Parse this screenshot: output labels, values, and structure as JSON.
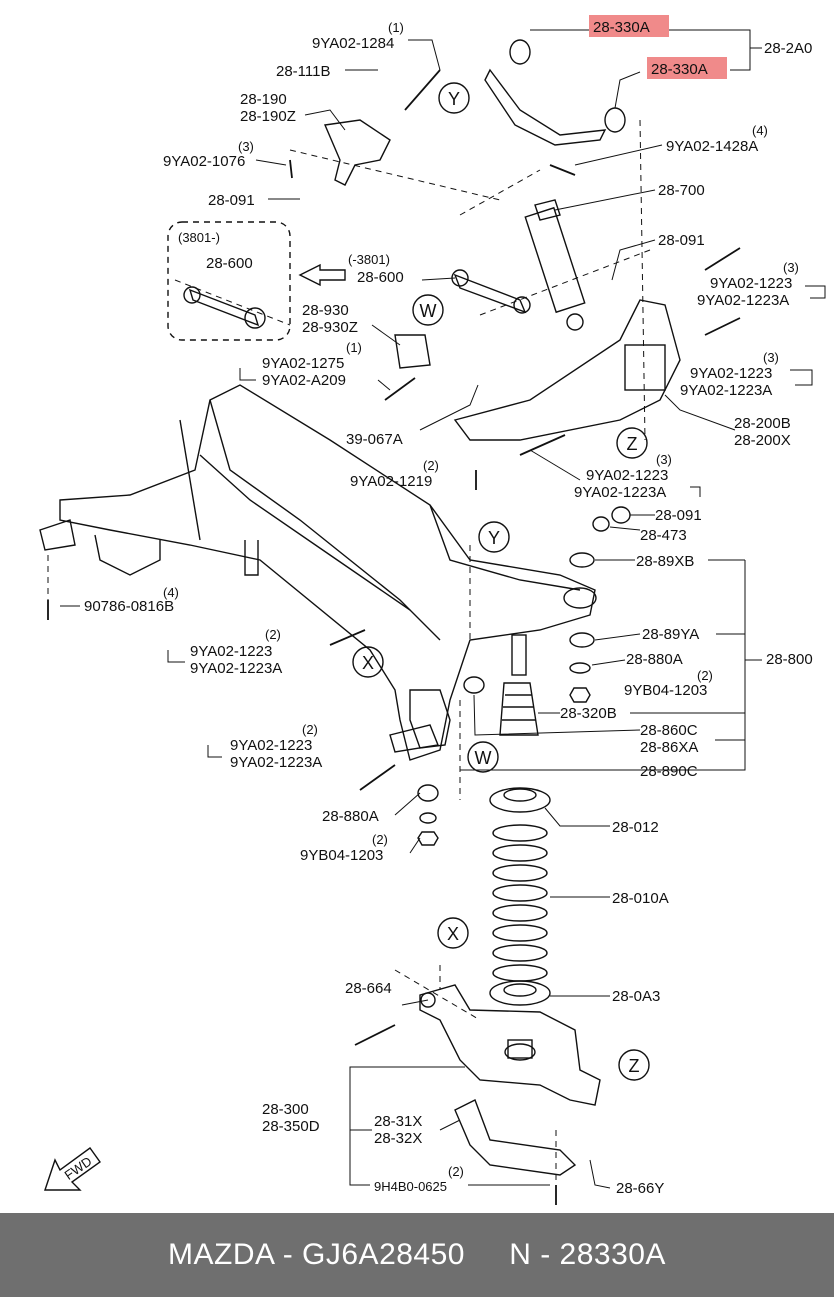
{
  "callouts": {
    "n9YA02_1284": {
      "qty": "(1)",
      "part": "9YA02-1284"
    },
    "n28_111B": "28-111B",
    "n28_190": "28-190",
    "n28_190Z": "28-190Z",
    "n9YA02_1076": {
      "qty": "(3)",
      "part": "9YA02-1076"
    },
    "n28_091_a": "28-091",
    "n28_330A_1": "28-330A",
    "n28_330A_2": "28-330A",
    "n28_2A0": "28-2A0",
    "n9YA02_1428A": {
      "qty": "(4)",
      "part": "9YA02-1428A"
    },
    "n28_700": "28-700",
    "n28_091_b": "28-091",
    "n3801_a": "(3801-)",
    "n28_600_a": "28-600",
    "n3801_b": "(-3801)",
    "n28_600_b": "28-600",
    "n9YA02_1223_r1": {
      "qty": "(3)",
      "part": "9YA02-1223",
      "alt": "9YA02-1223A"
    },
    "n28_930": "28-930",
    "n28_930Z": "28-930Z",
    "n9YA02_1275": {
      "qty": "(1)",
      "part": "9YA02-1275",
      "alt": "9YA02-A209"
    },
    "n9YA02_1223_r2": {
      "qty": "(3)",
      "part": "9YA02-1223",
      "alt": "9YA02-1223A"
    },
    "n39_067A": "39-067A",
    "n28_200B": "28-200B",
    "n28_200X": "28-200X",
    "n9YA02_1219": {
      "qty": "(2)",
      "part": "9YA02-1219"
    },
    "n9YA02_1223_c": {
      "qty": "(3)",
      "part": "9YA02-1223",
      "alt": "9YA02-1223A"
    },
    "n28_091_c": "28-091",
    "n28_473": "28-473",
    "n28_89XB": "28-89XB",
    "n90786": {
      "qty": "(4)",
      "part": "90786-0816B"
    },
    "n9YA02_1223_l1": {
      "qty": "(2)",
      "part": "9YA02-1223",
      "alt": "9YA02-1223A"
    },
    "n28_89YA": "28-89YA",
    "n28_880A_a": "28-880A",
    "n28_800": "28-800",
    "n9YB04_1203_a": {
      "qty": "(2)",
      "part": "9YB04-1203"
    },
    "n28_320B": "28-320B",
    "n28_860C": "28-860C",
    "n28_86XA": "28-86XA",
    "n9YA02_1223_l2": {
      "qty": "(2)",
      "part": "9YA02-1223",
      "alt": "9YA02-1223A"
    },
    "n28_890C": "28-890C",
    "n28_880A_b": "28-880A",
    "n9YB04_1203_b": {
      "qty": "(2)",
      "part": "9YB04-1203"
    },
    "n28_012": "28-012",
    "n28_010A": "28-010A",
    "n28_664": "28-664",
    "n28_0A3": "28-0A3",
    "n28_300": "28-300",
    "n28_350D": "28-350D",
    "n28_31X": "28-31X",
    "n28_32X": "28-32X",
    "n9H4B0": {
      "qty": "(2)",
      "part": "9H4B0-0625"
    },
    "n28_66Y": "28-66Y"
  },
  "circle_markers": [
    "Y",
    "W",
    "Z",
    "Y",
    "X",
    "W",
    "X",
    "Z"
  ],
  "fwd_label": "FWD",
  "highlight_color": "#f08a8a",
  "footer": {
    "brand_part": "MAZDA - GJ6A28450",
    "number": "N - 28330A",
    "background": "#6f6f6f"
  }
}
